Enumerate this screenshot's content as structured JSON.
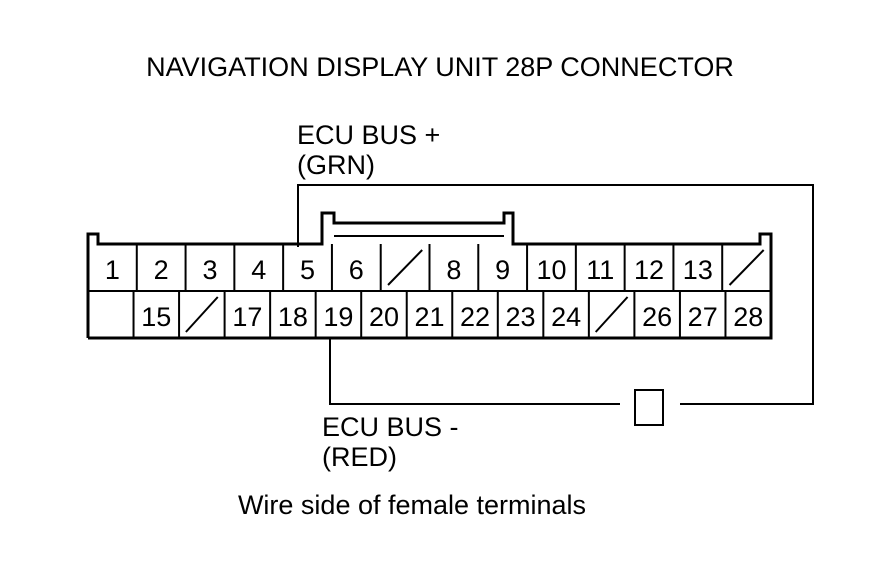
{
  "diagram": {
    "title": "NAVIGATION DISPLAY UNIT 28P CONNECTOR",
    "wire_plus": {
      "line1": "ECU BUS +",
      "line2": "(GRN)",
      "pin": "5"
    },
    "wire_minus": {
      "line1": "ECU BUS -",
      "line2": "(RED)",
      "pin": "19"
    },
    "caption": "Wire side of female terminals",
    "connector": {
      "top_row": [
        "1",
        "2",
        "3",
        "4",
        "5",
        "6",
        "",
        "8",
        "9",
        "10",
        "11",
        "12",
        "13",
        ""
      ],
      "bottom_row": [
        "",
        "15",
        "",
        "17",
        "18",
        "19",
        "20",
        "21",
        "22",
        "23",
        "24",
        "",
        "26",
        "27",
        "28"
      ]
    }
  }
}
